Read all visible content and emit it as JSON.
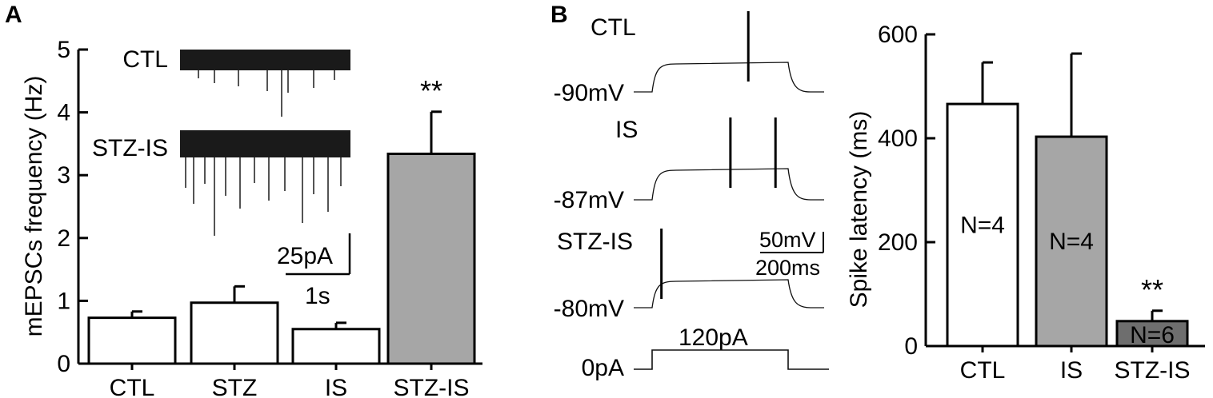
{
  "panels": {
    "a": "A",
    "b": "B"
  },
  "colors": {
    "ctl": "#ffffff",
    "is_gray": "#a6a6a6",
    "stz_is_dark": "#6e6e6e",
    "ink": "#000000"
  },
  "chart_data": [
    {
      "type": "bar",
      "title": "",
      "ylabel": "mEPSCs frequency (Hz)",
      "xlabel": "",
      "ylim": [
        0,
        5
      ],
      "yticks": [
        0,
        1,
        2,
        3,
        4,
        5
      ],
      "categories": [
        "CTL",
        "STZ",
        "IS",
        "STZ-IS"
      ],
      "values": [
        0.73,
        0.97,
        0.55,
        3.34
      ],
      "errors": [
        0.1,
        0.26,
        0.1,
        0.67
      ],
      "colors": [
        "#ffffff",
        "#ffffff",
        "#ffffff",
        "#a6a6a6"
      ],
      "significance": [
        "",
        "",
        "",
        "**"
      ],
      "inset": {
        "trace_labels": [
          "CTL",
          "STZ-IS"
        ],
        "scale_current": "25pA",
        "scale_time": "1s"
      }
    },
    {
      "type": "line",
      "title": "",
      "traces": [
        {
          "name": "CTL",
          "baseline": "-90mV",
          "spike_times_ms": [
            495
          ]
        },
        {
          "name": "IS",
          "baseline": "-87mV",
          "spike_times_ms": [
            403,
            635
          ]
        },
        {
          "name": "STZ-IS",
          "baseline": "-80mV",
          "spike_times_ms": [
            48
          ]
        }
      ],
      "stimulus": {
        "amplitude": "120pA",
        "baseline": "0pA",
        "duration_ms": 700
      },
      "scale_voltage": "50mV",
      "scale_time": "200ms"
    },
    {
      "type": "bar",
      "title": "",
      "ylabel": "Spike latency (ms)",
      "xlabel": "",
      "ylim": [
        0,
        600
      ],
      "yticks": [
        0,
        200,
        400,
        600
      ],
      "categories": [
        "CTL",
        "IS",
        "STZ-IS"
      ],
      "values": [
        466,
        403,
        48
      ],
      "errors": [
        80,
        160,
        20
      ],
      "colors": [
        "#ffffff",
        "#a6a6a6",
        "#6e6e6e"
      ],
      "n_labels": [
        "N=4",
        "N=4",
        "N=6"
      ],
      "significance": [
        "",
        "",
        "**"
      ]
    }
  ]
}
